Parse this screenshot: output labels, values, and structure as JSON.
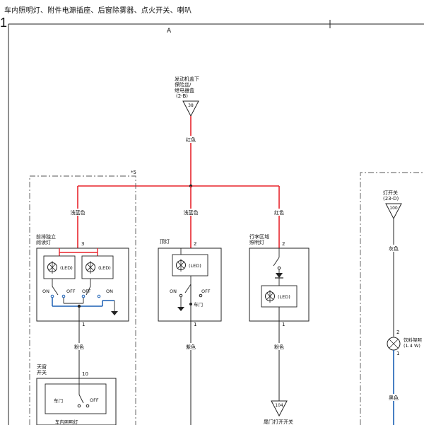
{
  "header": {
    "title": "车内照明灯、附件电源插座、后窗除雾器、点火开关、喇叭",
    "page_number": "1"
  },
  "grid": {
    "column_a": "A"
  },
  "source": {
    "label_lines": [
      "发动机盖下",
      "保险丝/",
      "继电器盒",
      "(2-B)"
    ],
    "connector": "38",
    "wire_color": "红色"
  },
  "group_marker": "*5",
  "branch_left": {
    "wire_color": "浅蓝色"
  },
  "branch_mid": {
    "wire_color": "浅蓝色"
  },
  "branch_right": {
    "wire_color": "红色"
  },
  "front_map_light": {
    "label_lines": [
      "前排独立",
      "阅读灯"
    ],
    "pin_top": "3",
    "pin_bottom": "1",
    "lamp_left": "(LED)",
    "lamp_right": "(LED)",
    "switch_labels": [
      "ON",
      "OFF",
      "OFF",
      "ON"
    ],
    "out_wire_color": "粉色"
  },
  "dome_light": {
    "label": "顶灯",
    "pin_top": "2",
    "pin_bottom": "1",
    "lamp": "(LED)",
    "on": "ON",
    "off": "OFF",
    "door": "车门",
    "out_wire_color": "紫色"
  },
  "cargo_light": {
    "label_lines": [
      "行李区域",
      "照明灯"
    ],
    "pin_top": "2",
    "pin_bottom": "1",
    "lamp": "(LED)",
    "out_wire_color": "粉色"
  },
  "sunroof_switch": {
    "label_lines": [
      "天窗",
      "开关"
    ],
    "pin": "10",
    "door": "车门",
    "off": "OFF",
    "bottom_text": "车内照明灯"
  },
  "tailgate": {
    "connector": "104",
    "bottom_text": "尾门打开开关"
  },
  "light_switch": {
    "label_lines": [
      "灯开关",
      "(23-D)"
    ],
    "connector": "100",
    "wire_color": "灰色",
    "pin_top": "2",
    "pin_bottom": "1",
    "bulb_text_lines": [
      "饮料架照",
      "(1.4 W)"
    ],
    "out_wire_color": "黑色"
  },
  "colors": {
    "red": "#e8242c",
    "blue": "#1a5fb4",
    "line": "#222222"
  }
}
